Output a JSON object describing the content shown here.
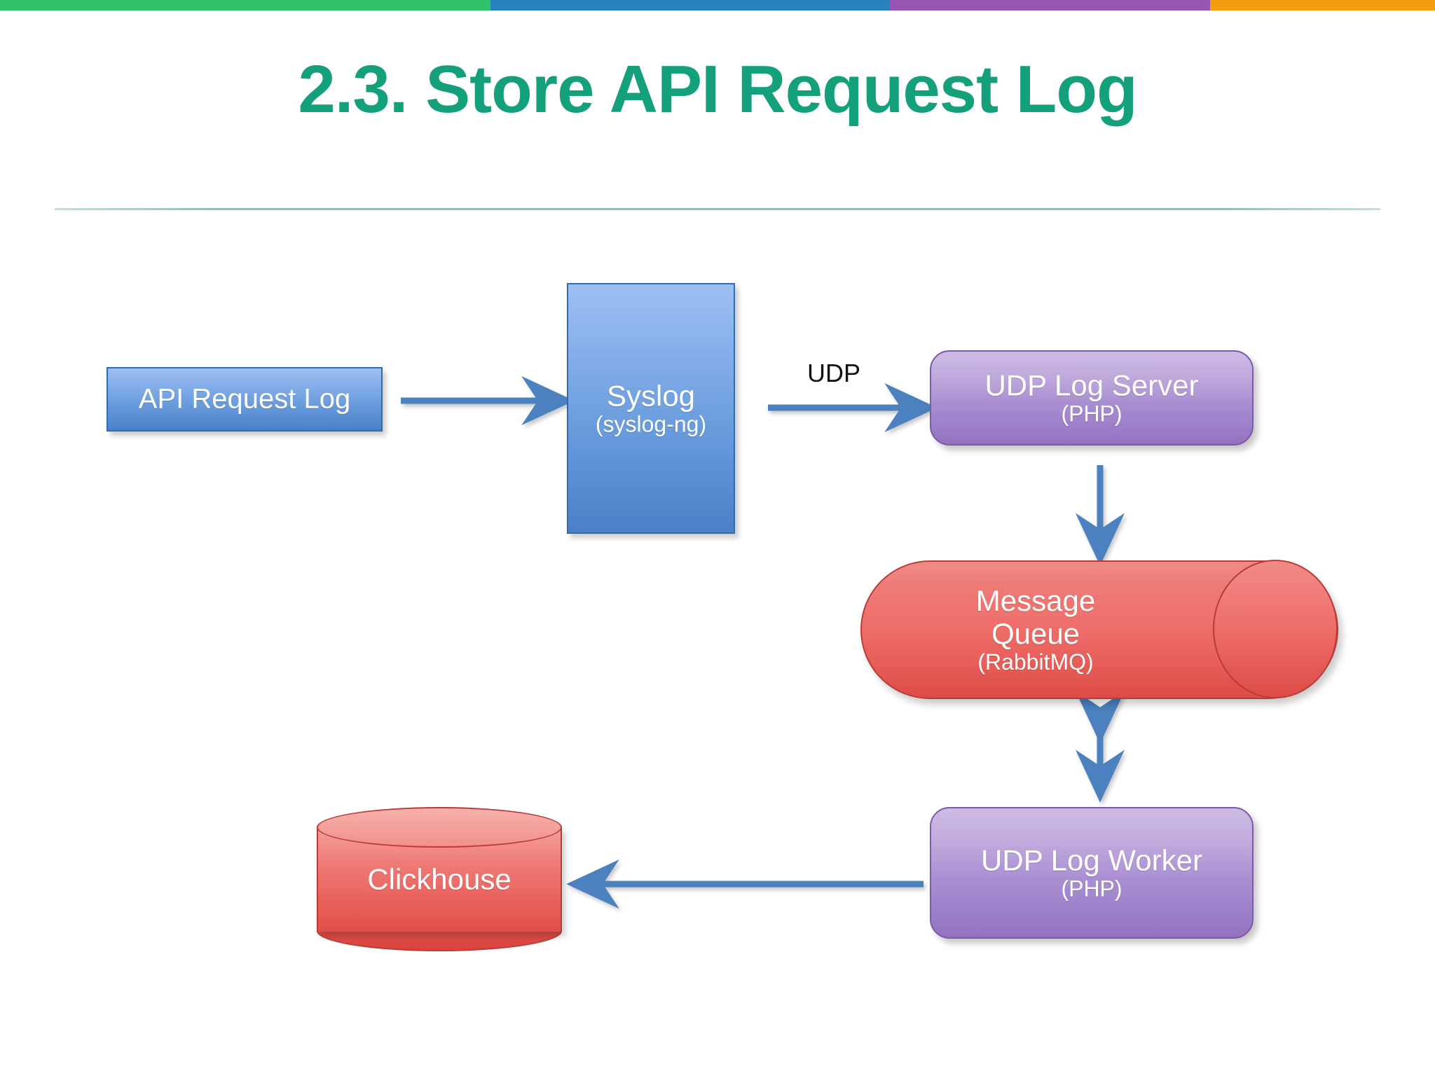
{
  "slide": {
    "title": "2.3. Store API Request Log",
    "title_color": "#14a07a",
    "background": "#ffffff"
  },
  "topbar": {
    "segments": [
      {
        "name": "green",
        "color": "#31c36b"
      },
      {
        "name": "blue",
        "color": "#2a82bd"
      },
      {
        "name": "purple",
        "color": "#9656b4"
      },
      {
        "name": "orange",
        "color": "#f49b12"
      }
    ]
  },
  "diagram": {
    "type": "flow-diagram",
    "nodes": [
      {
        "id": "api-request-log",
        "title": "API Request Log",
        "subtitle": "",
        "shape": "rectangle",
        "color": "#5d93d6"
      },
      {
        "id": "syslog",
        "title": "Syslog",
        "subtitle": "(syslog-ng)",
        "shape": "rectangle",
        "color": "#5d93d6"
      },
      {
        "id": "udp-log-server",
        "title": "UDP Log Server",
        "subtitle": "(PHP)",
        "shape": "rounded-rectangle",
        "color": "#9d80ca"
      },
      {
        "id": "message-queue",
        "title": "Message",
        "title2": "Queue",
        "subtitle": "(RabbitMQ)",
        "shape": "horizontal-cylinder",
        "color": "#ef706c"
      },
      {
        "id": "udp-log-worker",
        "title": "UDP Log Worker",
        "subtitle": "(PHP)",
        "shape": "rounded-rectangle",
        "color": "#9d80ca"
      },
      {
        "id": "clickhouse",
        "title": "Clickhouse",
        "subtitle": "",
        "shape": "database-cylinder",
        "color": "#e9615c"
      }
    ],
    "edges": [
      {
        "id": "e1",
        "from": "api-request-log",
        "to": "syslog",
        "label": "",
        "direction": "right",
        "color": "#4b81bf"
      },
      {
        "id": "e2",
        "from": "syslog",
        "to": "udp-log-server",
        "label": "UDP",
        "direction": "right",
        "color": "#4b81bf"
      },
      {
        "id": "e3",
        "from": "udp-log-server",
        "to": "message-queue",
        "label": "",
        "direction": "down",
        "color": "#4b81bf"
      },
      {
        "id": "e4",
        "from": "message-queue",
        "to": "udp-log-worker",
        "label": "",
        "direction": "both-vertical",
        "color": "#4b81bf"
      },
      {
        "id": "e5",
        "from": "udp-log-worker",
        "to": "clickhouse",
        "label": "",
        "direction": "left",
        "color": "#4b81bf"
      }
    ]
  }
}
